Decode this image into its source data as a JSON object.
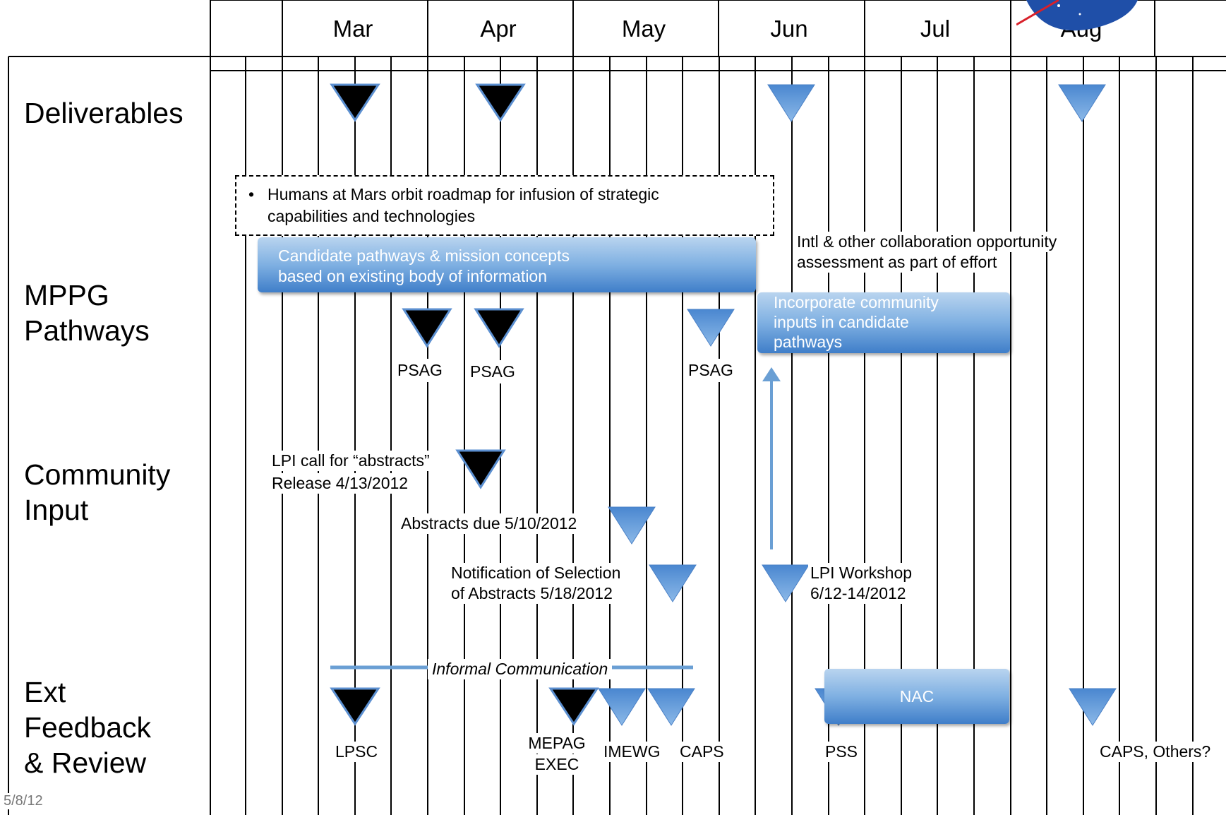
{
  "header": {
    "months": [
      "Mar",
      "Apr",
      "May",
      "Jun",
      "Jul",
      "Aug"
    ]
  },
  "rows": {
    "deliverables": "Deliverables",
    "pathways": "MPPG\nPathways",
    "community": "Community\nInput",
    "feedback": "Ext\nFeedback\n& Review"
  },
  "pathways": {
    "roadmap_bullet": "•",
    "roadmap_line1": "Humans at Mars orbit roadmap for infusion of strategic",
    "roadmap_line2": "capabilities and technologies",
    "candidate_line1": "Candidate pathways & mission concepts",
    "candidate_line2": "based on existing body of  information",
    "intl_line1": "Intl & other collaboration opportunity",
    "intl_line2": "assessment as part of effort",
    "incorporate_line1": "Incorporate community",
    "incorporate_line2": "inputs in candidate",
    "incorporate_line3": "pathways",
    "psag1": "PSAG",
    "psag2": "PSAG",
    "psag3": "PSAG"
  },
  "community": {
    "lpi_call_line1": "LPI call for “abstracts”",
    "lpi_call_line2": "Release 4/13/2012",
    "abstracts_due": "Abstracts due 5/10/2012",
    "notification_line1": "Notification of Selection",
    "notification_line2": "of Abstracts 5/18/2012",
    "workshop_line1": "LPI Workshop",
    "workshop_line2": "6/12-14/2012"
  },
  "feedback": {
    "informal": "Informal Communication",
    "nac": "NAC",
    "lpsc": "LPSC",
    "mepag_line1": "MEPAG",
    "mepag_line2": "EXEC",
    "imewg": "IMEWG",
    "caps": "CAPS",
    "pss": "PSS",
    "caps_others": "CAPS, Others?"
  },
  "footer": {
    "date": "5/8/12"
  },
  "colors": {
    "milestone_done": "#000000",
    "milestone_planned": "#4f8fd6",
    "bar_blue": "#5b9bd9",
    "connector_line": "#6a9fd4"
  }
}
